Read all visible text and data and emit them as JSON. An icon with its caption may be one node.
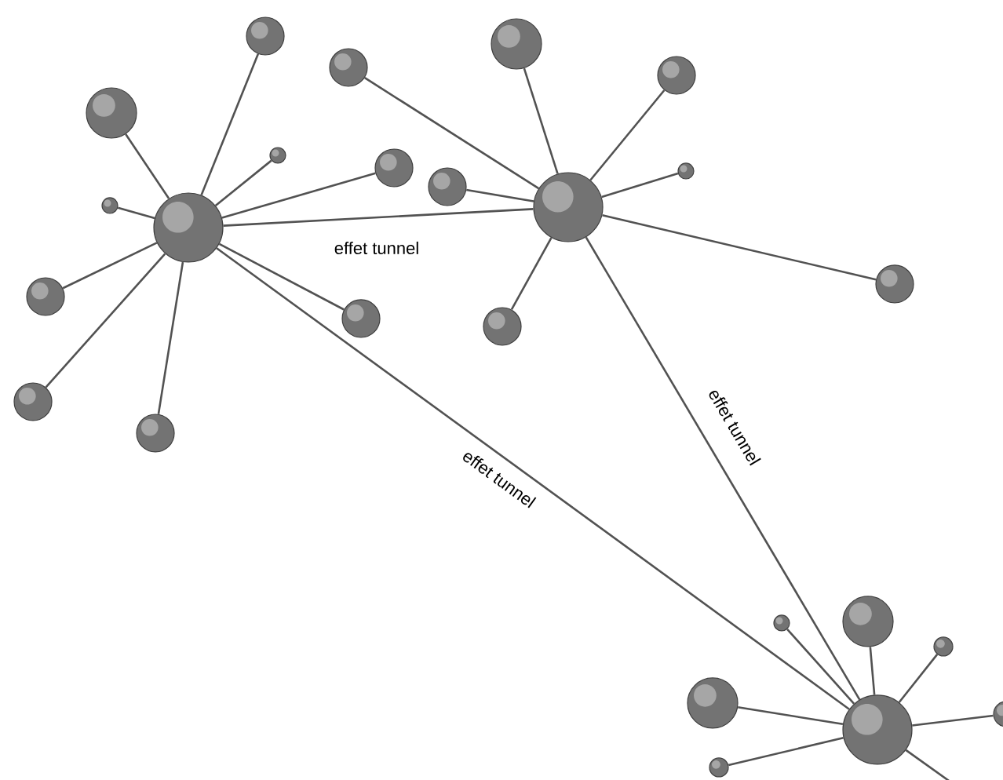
{
  "diagram": {
    "nodes": [
      {
        "text": [],
        "shape": "circle"
      },
      {
        "text": [],
        "shape": "circle"
      },
      {
        "text": [],
        "shape": "circle"
      },
      {
        "text": [],
        "shape": "circle"
      },
      {
        "text": [],
        "shape": "circle"
      },
      {
        "text": [],
        "shape": "circle"
      },
      {
        "text": [],
        "shape": "circle"
      },
      {
        "text": [],
        "shape": "circle"
      },
      {
        "text": [],
        "shape": "circle"
      },
      {
        "text": [],
        "shape": "circle"
      },
      {
        "text": [],
        "shape": "circle"
      },
      {
        "text": [],
        "shape": "circle"
      },
      {
        "text": [],
        "shape": "circle"
      },
      {
        "text": [],
        "shape": "circle"
      },
      {
        "text": [],
        "shape": "circle"
      },
      {
        "text": [],
        "shape": "circle"
      },
      {
        "text": [],
        "shape": "circle"
      },
      {
        "text": [],
        "shape": "circle"
      },
      {
        "text": [],
        "shape": "circle"
      },
      {
        "text": [],
        "shape": "circle"
      },
      {
        "text": [],
        "shape": "circle"
      },
      {
        "text": [],
        "shape": "circle"
      },
      {
        "text": [],
        "shape": "circle"
      },
      {
        "text": [],
        "shape": "circle"
      },
      {
        "text": [],
        "shape": "circle"
      }
    ],
    "edges": [
      {
        "from": 0,
        "to": 1,
        "arrow": "none"
      },
      {
        "from": 0,
        "to": 2,
        "arrow": "none"
      },
      {
        "from": 0,
        "to": 3,
        "arrow": "none"
      },
      {
        "from": 0,
        "to": 4,
        "arrow": "none"
      },
      {
        "from": 0,
        "to": 5,
        "arrow": "none"
      },
      {
        "from": 0,
        "to": 6,
        "arrow": "none"
      },
      {
        "from": 0,
        "to": 7,
        "arrow": "none"
      },
      {
        "from": 0,
        "to": 8,
        "arrow": "none"
      },
      {
        "from": 0,
        "to": 9,
        "arrow": "none"
      },
      {
        "from": 10,
        "to": 11,
        "arrow": "none"
      },
      {
        "from": 10,
        "to": 12,
        "arrow": "none"
      },
      {
        "from": 10,
        "to": 13,
        "arrow": "none"
      },
      {
        "from": 10,
        "to": 14,
        "arrow": "none"
      },
      {
        "from": 10,
        "to": 15,
        "arrow": "none"
      },
      {
        "from": 10,
        "to": 16,
        "arrow": "none"
      },
      {
        "from": 10,
        "to": 17,
        "arrow": "none"
      },
      {
        "from": 18,
        "to": 19,
        "arrow": "none"
      },
      {
        "from": 18,
        "to": 20,
        "arrow": "none"
      },
      {
        "from": 18,
        "to": 21,
        "arrow": "none"
      },
      {
        "from": 18,
        "to": 22,
        "arrow": "none"
      },
      {
        "from": 18,
        "to": 23,
        "arrow": "none"
      },
      {
        "from": 18,
        "to": 24,
        "arrow": "none"
      },
      {
        "from": 18,
        "to": null,
        "arrow": "none"
      },
      {
        "from": 0,
        "to": 10,
        "arrow": "none",
        "label": "effet tunnel"
      },
      {
        "from": 0,
        "to": 18,
        "arrow": "none",
        "label": "effet tunnel"
      },
      {
        "from": 10,
        "to": 18,
        "arrow": "none",
        "label": "effet tunnel"
      }
    ]
  }
}
